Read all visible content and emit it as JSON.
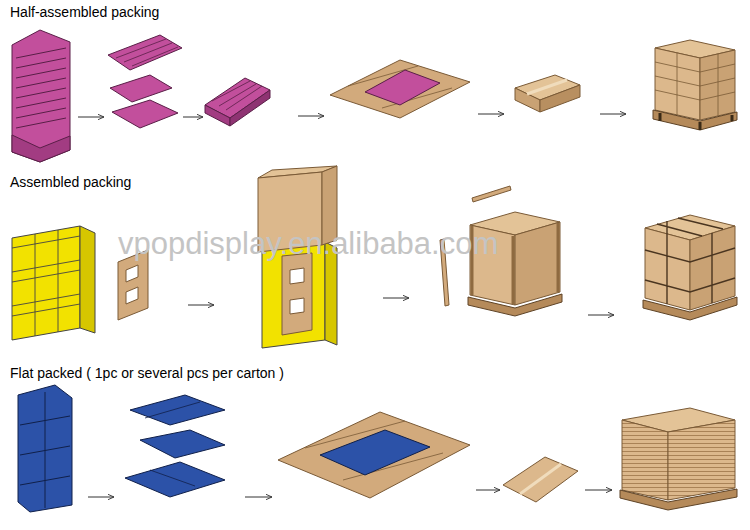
{
  "diagram": {
    "labels": [
      "Half-assembled packing",
      "Assembled packing",
      "Flat packed ( 1pc or several pcs per carton )",
      "vpopdisplay.en.alibaba.com"
    ]
  }
}
